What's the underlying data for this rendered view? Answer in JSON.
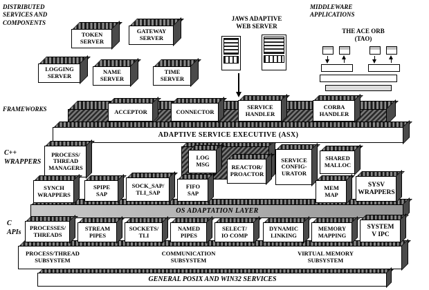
{
  "colors": {
    "ink": "#000000",
    "paper": "#ffffff",
    "layer_gray": "#b5b5b5",
    "hatch_dark": "#1a1a1a",
    "hatch_light": "#8a8a8a"
  },
  "labels": {
    "distributed": "DISTRIBUTED\nSERVICES AND\nCOMPONENTS",
    "jaws": "JAWS ADAPTIVE\nWEB SERVER",
    "middleware": "MIDDLEWARE\nAPPLICATIONS",
    "tao": "THE ACE ORB\n(TAO)",
    "frameworks": "FRAMEWORKS",
    "cpp": "C++\nWRAPPERS",
    "c_apis": "C\nAPIs"
  },
  "servers": [
    "TOKEN\nSERVER",
    "GATEWAY\nSERVER",
    "LOGGING\nSERVER",
    "NAME\nSERVER",
    "TIME\nSERVER"
  ],
  "framework_components": [
    "ACCEPTOR",
    "CONNECTOR",
    "SERVICE\nHANDLER",
    "CORBA\nHANDLER"
  ],
  "asx": "ADAPTIVE SERVICE EXECUTIVE (ASX)",
  "upper_wrappers": [
    "PROCESS/\nTHREAD\nMANAGERS",
    "LOG\nMSG",
    "REACTOR/\nPROACTOR",
    "SERVICE\nCONFIG-\nURATOR",
    "SHARED\nMALLOC"
  ],
  "lower_wrappers": [
    "SYNCH\nWRAPPERS",
    "SPIPE\nSAP",
    "SOCK_SAP/\nTLI_SAP",
    "FIFO\nSAP",
    "MEM\nMAP",
    "SYSV\nWRAPPERS"
  ],
  "os_layer": "OS ADAPTATION LAYER",
  "api_boxes": [
    "PROCESSES/\nTHREADS",
    "STREAM\nPIPES",
    "SOCKETS/\nTLI",
    "NAMED\nPIPES",
    "SELECT/\nIO COMP",
    "DYNAMIC\nLINKING",
    "MEMORY\nMAPPING",
    "SYSTEM\nV IPC"
  ],
  "subsystems": [
    "PROCESS/THREAD\nSUBSYSTEM",
    "COMMUNICATION\nSUBSYSTEM",
    "VIRTUAL MEMORY\nSUBSYSTEM"
  ],
  "bottom": "GENERAL POSIX AND WIN32 SERVICES",
  "icons": {
    "jaws_server": "server-tower-icon",
    "jaws_arrow": "down-arrow-icon",
    "tao_arrows": "up-down-arrow-icons"
  }
}
